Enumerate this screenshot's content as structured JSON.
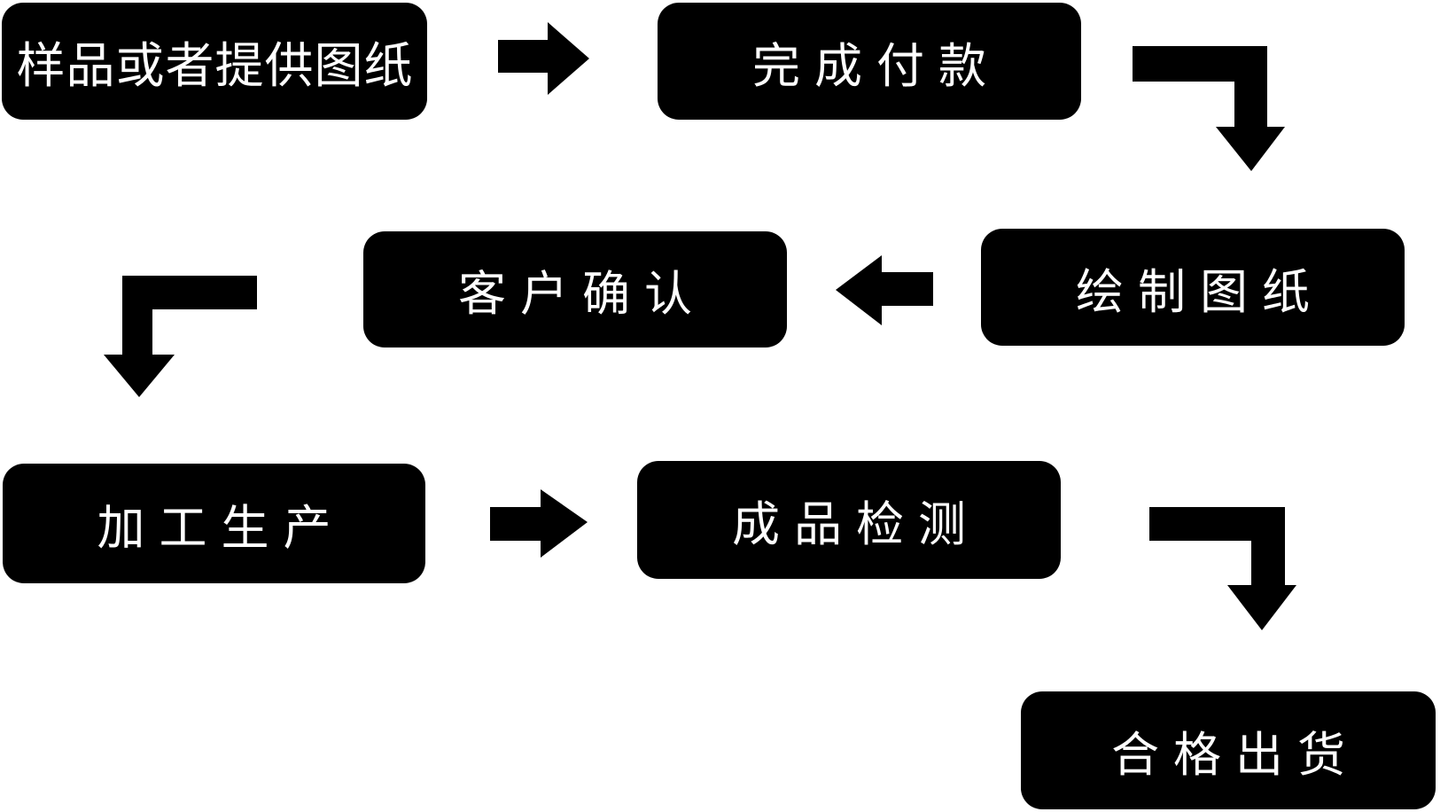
{
  "diagram": {
    "type": "flowchart",
    "title": "",
    "colors": {
      "node_fill": "#000000",
      "node_text": "#ffffff",
      "arrow": "#000000",
      "background": "#ffffff"
    },
    "nodes": [
      {
        "id": "step-1",
        "label": "样品或者提供图纸"
      },
      {
        "id": "step-2",
        "label": "完成付款"
      },
      {
        "id": "step-3",
        "label": "绘制图纸"
      },
      {
        "id": "step-4",
        "label": "客户确认"
      },
      {
        "id": "step-5",
        "label": "加工生产"
      },
      {
        "id": "step-6",
        "label": "成品检测"
      },
      {
        "id": "step-7",
        "label": "合格出货"
      }
    ],
    "edges": [
      {
        "from": "step-1",
        "to": "step-2",
        "shape": "arrow-right"
      },
      {
        "from": "step-2",
        "to": "step-3",
        "shape": "arrow-elbow-right-down"
      },
      {
        "from": "step-3",
        "to": "step-4",
        "shape": "arrow-left"
      },
      {
        "from": "step-4",
        "to": "step-5",
        "shape": "arrow-elbow-left-down"
      },
      {
        "from": "step-5",
        "to": "step-6",
        "shape": "arrow-right"
      },
      {
        "from": "step-6",
        "to": "step-7",
        "shape": "arrow-elbow-right-down"
      }
    ]
  }
}
